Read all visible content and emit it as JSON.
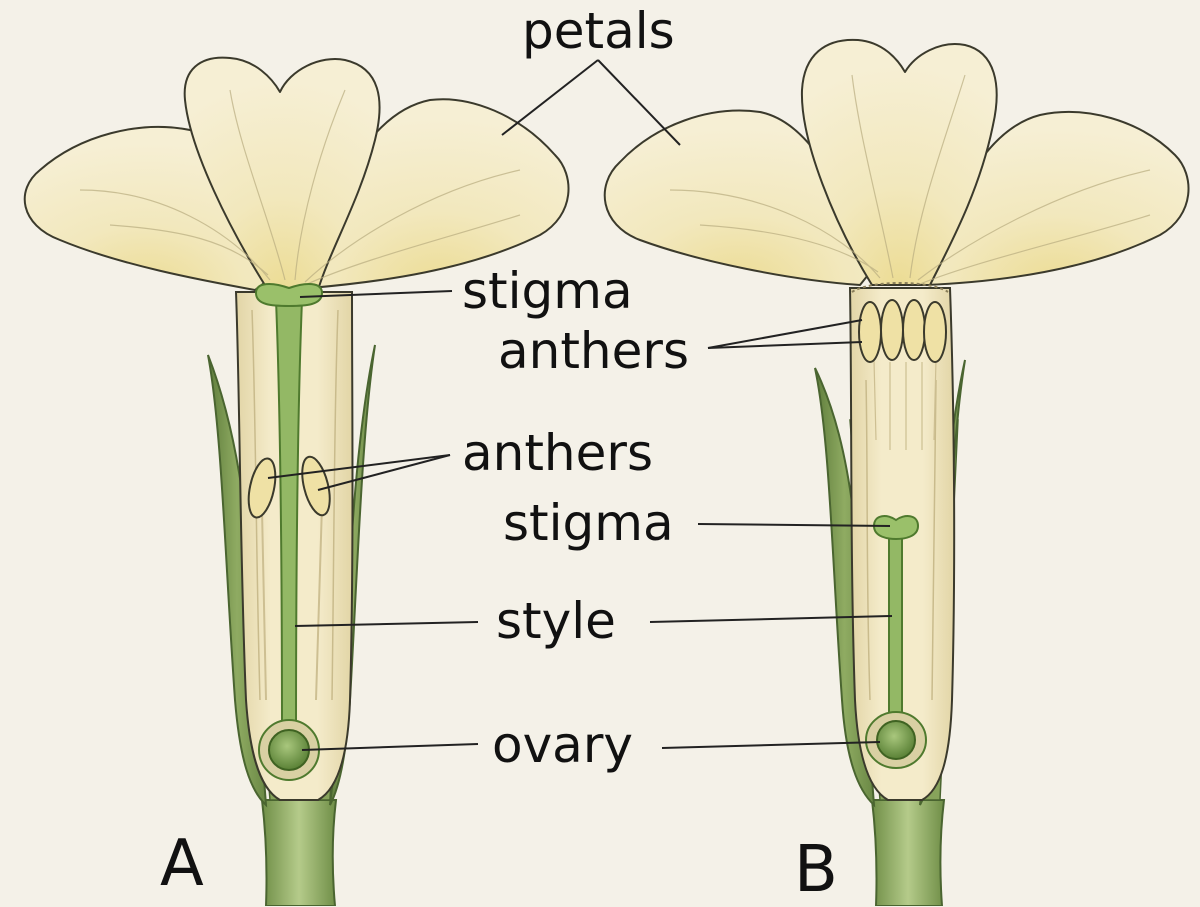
{
  "labels": {
    "petals": "petals",
    "a_stigma": "stigma",
    "b_anthers": "anthers",
    "a_anthers": "anthers",
    "b_stigma": "stigma",
    "style": "style",
    "ovary": "ovary"
  },
  "panels": {
    "a": "A",
    "b": "B"
  },
  "colors": {
    "petal": "#f4edcd",
    "petal_center": "#ecdc94",
    "tube": "#f0e6c2",
    "tube_shadow": "#ddd0a0",
    "sepal": "#7d9a52",
    "sepal_dark": "#5b7a3a",
    "pistil": "#93b865",
    "pistil_dark": "#4f7a2e",
    "anther": "#efe1a5",
    "outline": "#3b3a2c",
    "leader": "#222222"
  }
}
